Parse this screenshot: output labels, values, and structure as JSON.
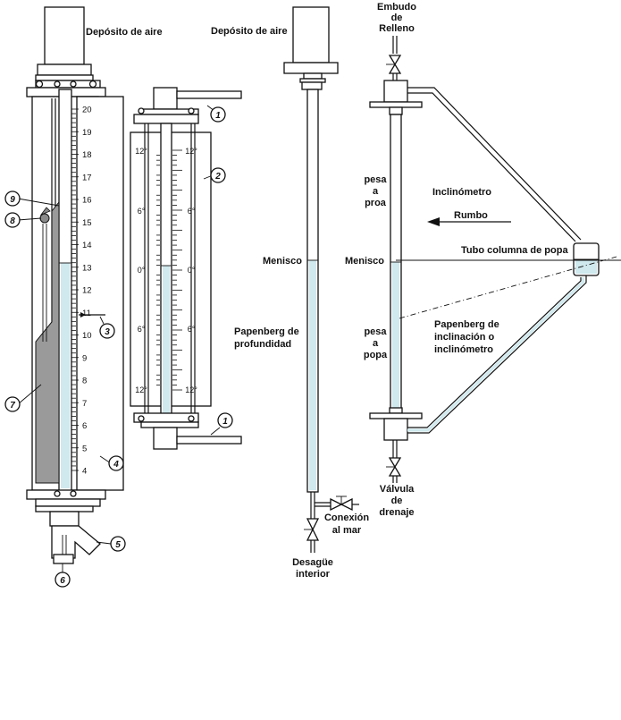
{
  "labels": {
    "air_tank_left": "Depósito de aire",
    "air_tank_center": "Depósito de aire",
    "fill_funnel": [
      "Embudo",
      "de",
      "Relleno"
    ],
    "meniscus_center": "Menisco",
    "meniscus_right": "Menisco",
    "papenberg_depth": [
      "Papenberg de",
      "profundidad"
    ],
    "sea_connection": [
      "Conexión",
      "al mar"
    ],
    "interior_drain": [
      "Desagüe",
      "interior"
    ],
    "bow_heavy": [
      "pesa",
      "a",
      "proa"
    ],
    "stern_heavy": [
      "pesa",
      "a",
      "popa"
    ],
    "inclinometer": "Inclinómetro",
    "heading": "Rumbo",
    "stern_column": "Tubo columna de popa",
    "papenberg_incline": [
      "Papenberg de",
      "inclinación o",
      "inclinómetro"
    ],
    "drain_valve": [
      "Válvula",
      "de",
      "drenaje"
    ]
  },
  "depth_scale": [
    "20",
    "19",
    "18",
    "17",
    "16",
    "15",
    "14",
    "13",
    "12",
    "11",
    "10",
    "9",
    "8",
    "7",
    "6",
    "5",
    "4"
  ],
  "angle_scale_left": [
    "12°",
    "6°",
    "0°",
    "6°",
    "12°"
  ],
  "angle_scale_right": [
    "12°",
    "6°",
    "0°",
    "6°",
    "12°"
  ],
  "callouts": [
    "1",
    "2",
    "1",
    "3",
    "4",
    "5",
    "6",
    "7",
    "8",
    "9"
  ],
  "colors": {
    "water": "#cfe9ee",
    "float_body": "#9a9a9a",
    "line": "#111111"
  }
}
